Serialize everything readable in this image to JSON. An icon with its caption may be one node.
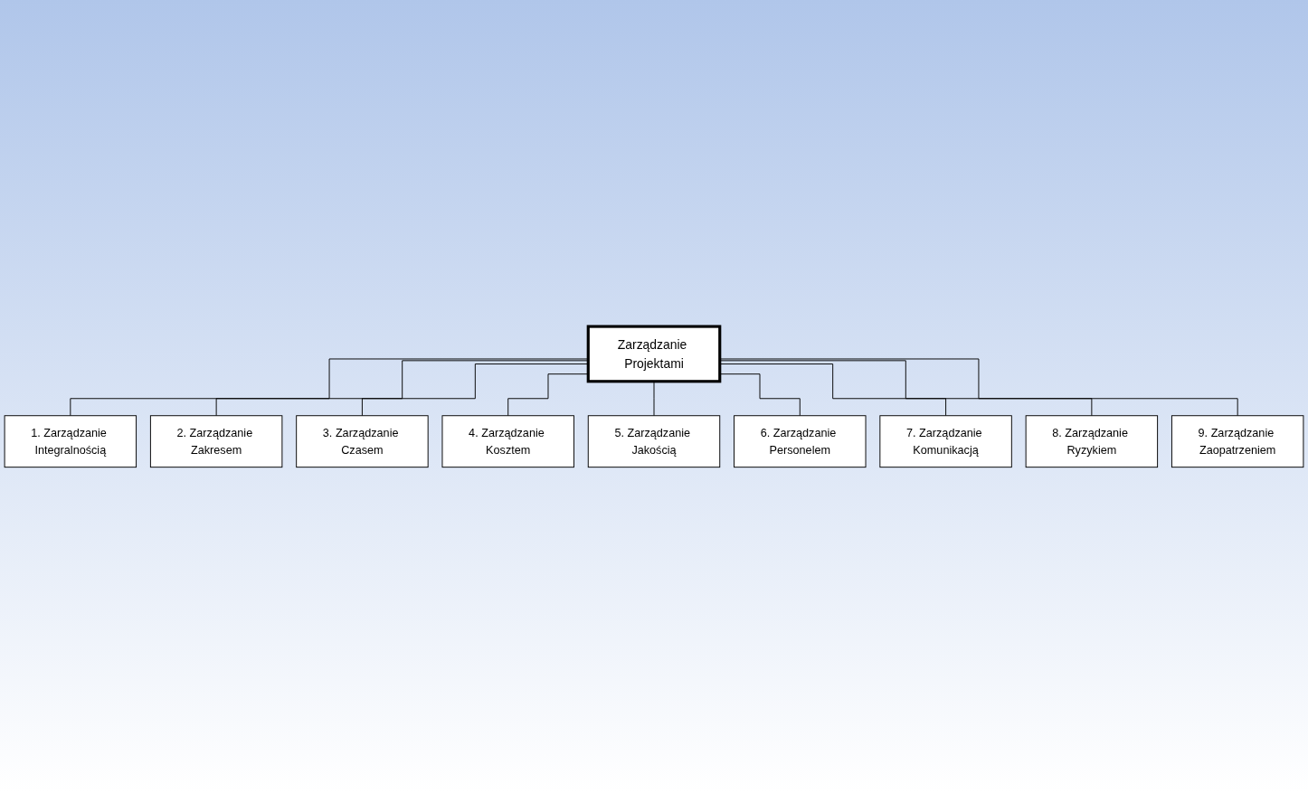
{
  "diagram": {
    "nodes": [
      {
        "text": [
          "Zarządzanie Projektami"
        ]
      },
      {
        "text": [
          "1. Zarządzanie Integralnością"
        ]
      },
      {
        "text": [
          "2. Zarządzanie Zakresem"
        ]
      },
      {
        "text": [
          "3. Zarządzanie Czasem"
        ]
      },
      {
        "text": [
          "4. Zarządzanie Kosztem"
        ]
      },
      {
        "text": [
          "5. Zarządzanie Jakością"
        ]
      },
      {
        "text": [
          "6. Zarządzanie Personelem"
        ]
      },
      {
        "text": [
          "7. Zarządzanie Komunikacją"
        ]
      },
      {
        "text": [
          "8. Zarządzanie Ryzykiem"
        ]
      },
      {
        "text": [
          "9. Zarządzanie Zaopatrzeniem"
        ]
      }
    ],
    "edges": [
      {
        "from": 0,
        "to": 1,
        "arrow": "none"
      },
      {
        "from": 0,
        "to": 2,
        "arrow": "none"
      },
      {
        "from": 0,
        "to": 3,
        "arrow": "none"
      },
      {
        "from": 0,
        "to": 4,
        "arrow": "none"
      },
      {
        "from": 0,
        "to": 5,
        "arrow": "none"
      },
      {
        "from": 0,
        "to": 6,
        "arrow": "none"
      },
      {
        "from": 0,
        "to": 7,
        "arrow": "none"
      },
      {
        "from": 0,
        "to": 8,
        "arrow": "none"
      },
      {
        "from": 0,
        "to": 9,
        "arrow": "none"
      }
    ]
  }
}
